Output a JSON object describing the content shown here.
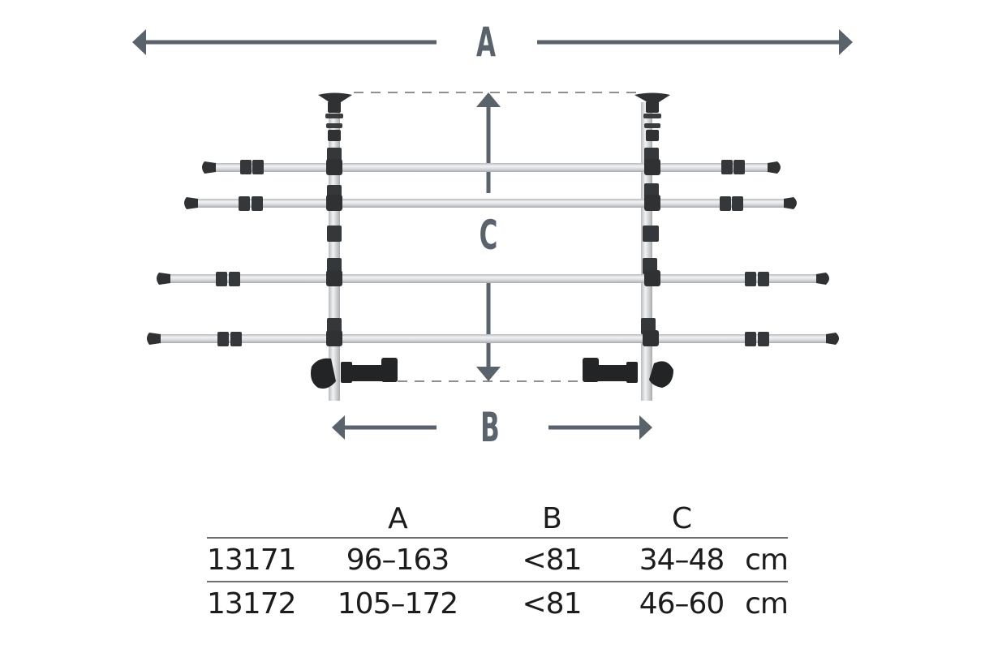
{
  "diagram": {
    "title": "Car dog guard dimension diagram",
    "labels": {
      "a": "A",
      "b": "B",
      "c": "C"
    },
    "colors": {
      "arrow": "#5a626c",
      "rod": "#d4d6d8",
      "rod_highlight": "#eef0f1",
      "fitting": "#2f3133",
      "dashed": "#6a6a6a"
    }
  },
  "table": {
    "headers": [
      "",
      "A",
      "B",
      "C",
      ""
    ],
    "rows": [
      {
        "model": "13171",
        "a": "96–163",
        "b": "<81",
        "c": "34–48",
        "unit": "cm"
      },
      {
        "model": "13172",
        "a": "105–172",
        "b": "<81",
        "c": "46–60",
        "unit": "cm"
      }
    ]
  }
}
